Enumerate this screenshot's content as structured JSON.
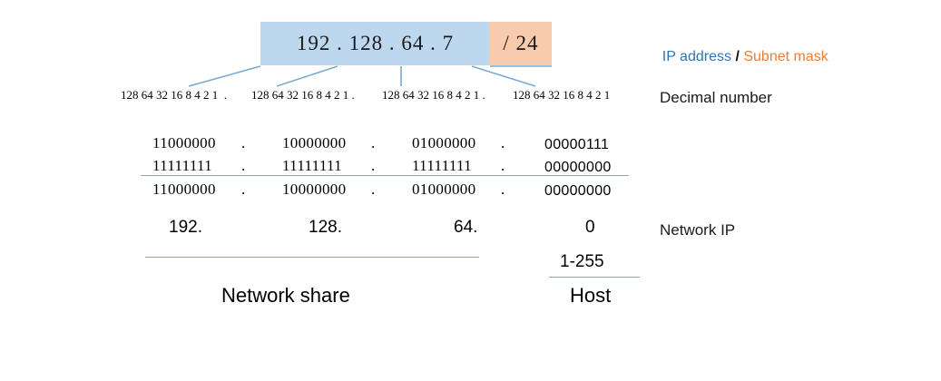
{
  "diagram": {
    "title": "IP address / Subnet mask breakdown",
    "colors": {
      "network_fill": "#bdd7ee",
      "cidr_fill": "#f8cbad",
      "connector_line": "#7ba9d4",
      "ip_label": "#2e75b6",
      "mask_label": "#ed7d31",
      "text": "#000000"
    }
  },
  "ip_box": {
    "address": "192 . 128 . 64 . 7",
    "cidr": "/ 24"
  },
  "legend": {
    "ip_label": "IP address",
    "separator": "/",
    "mask_label": "Subnet mask"
  },
  "labels": {
    "decimal_number": "Decimal number",
    "network_ip": "Network IP"
  },
  "bit_weights": {
    "groups": [
      "128 64 32 16 8 4 2 1  .",
      "128 64 32 16 8 4 2 1 .",
      "128 64 32 16 8 4 2 1 .",
      "128 64 32 16 8 4 2 1"
    ]
  },
  "binary": {
    "rows": [
      {
        "name": "ip-binary",
        "octets": [
          "11000000",
          "10000000",
          "01000000",
          "00000111"
        ],
        "separator": "."
      },
      {
        "name": "mask-binary",
        "octets": [
          "11111111",
          "11111111",
          "11111111",
          "00000000"
        ],
        "separator": "."
      },
      {
        "name": "network-binary",
        "octets": [
          "11000000",
          "10000000",
          "01000000",
          "00000000"
        ],
        "separator": "."
      }
    ]
  },
  "decimal_result": {
    "octets": [
      "192.",
      "128.",
      "64.",
      "0"
    ]
  },
  "host_range": "1-255",
  "captions": {
    "network_share": "Network share",
    "host": "Host"
  }
}
